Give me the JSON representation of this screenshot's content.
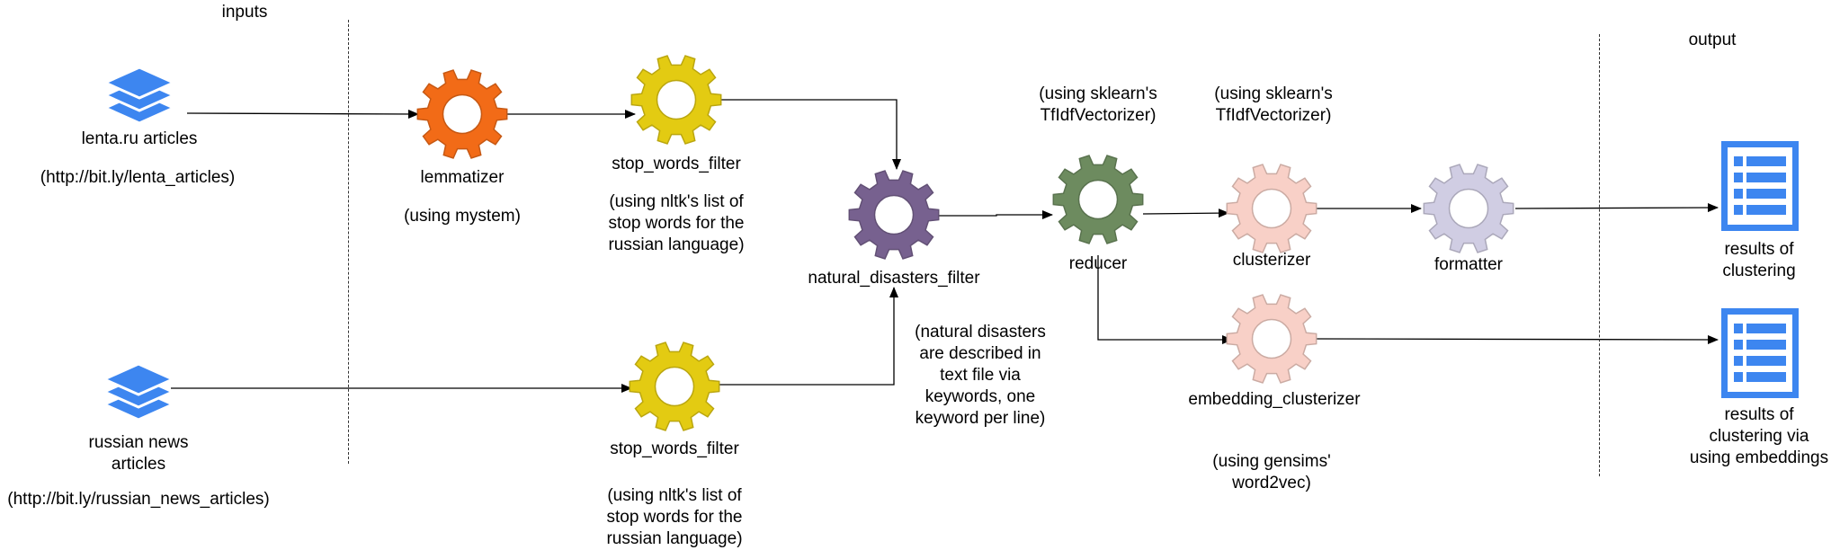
{
  "headers": {
    "inputs": "inputs",
    "output": "output"
  },
  "nodes": {
    "lenta_source": {
      "label": "lenta.ru articles",
      "url": "(http://bit.ly/lenta_articles)",
      "icon": "database-stack-icon",
      "color": "#3d86f0"
    },
    "russian_news_source": {
      "label": "russian news\narticles",
      "url": "(http://bit.ly/russian_news_articles)",
      "icon": "database-stack-icon",
      "color": "#3d86f0"
    },
    "lemmatizer": {
      "label": "lemmatizer",
      "note": "(using mystem)",
      "icon": "gear-icon",
      "color": "#f26b17"
    },
    "stop_words_filter_top": {
      "label": "stop_words_filter",
      "note": "(using nltk's list of\nstop words for the\nrussian language)",
      "icon": "gear-icon",
      "color": "#e3cb12"
    },
    "stop_words_filter_bottom": {
      "label": "stop_words_filter",
      "note": "(using nltk's list of\nstop words for the\nrussian language)",
      "icon": "gear-icon",
      "color": "#e3cb12"
    },
    "natural_disasters_filter": {
      "label": "natural_disasters_filter",
      "note": "(natural disasters\nare described in\ntext file via\nkeywords, one\nkeyword per line)",
      "icon": "gear-icon",
      "color": "#77618f"
    },
    "reducer": {
      "label": "reducer",
      "note": "(using sklearn's\nTfIdfVectorizer)",
      "icon": "gear-icon",
      "color": "#6d8b5f"
    },
    "clusterizer": {
      "label": "clusterizer",
      "note": "(using sklearn's\nTfIdfVectorizer)",
      "icon": "gear-icon",
      "color": "#f8d0c7"
    },
    "formatter": {
      "label": "formatter",
      "icon": "gear-icon",
      "color": "#d0cde3"
    },
    "embedding_clusterizer": {
      "label": "embedding_clusterizer",
      "note": "(using gensims'\nword2vec)",
      "icon": "gear-icon",
      "color": "#f8d0c7"
    },
    "results_clustering": {
      "label": "results of\nclustering",
      "icon": "list-document-icon",
      "color": "#3d86f0"
    },
    "results_embeddings": {
      "label": "results of\nclustering via\nusing embeddings",
      "icon": "list-document-icon",
      "color": "#3d86f0"
    }
  }
}
